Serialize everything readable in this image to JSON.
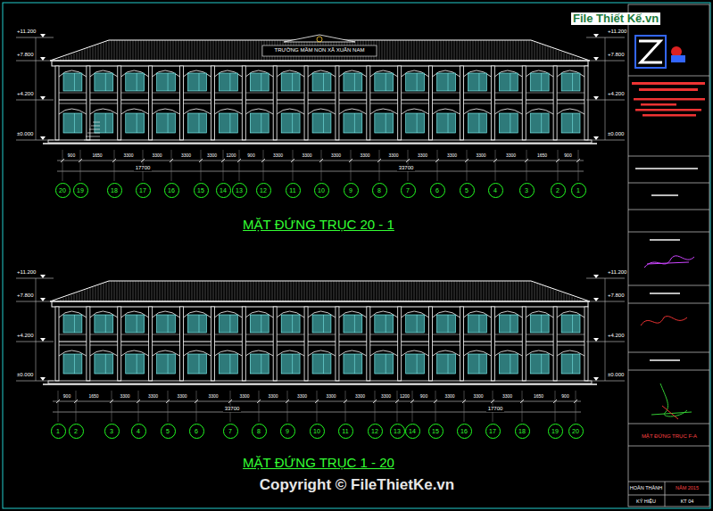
{
  "diagram": {
    "nodes": [
      {
        "text": [
          "20"
        ]
      },
      {
        "text": [
          "19"
        ]
      },
      {
        "text": [
          "18"
        ]
      },
      {
        "text": [
          "17"
        ]
      },
      {
        "text": [
          "16"
        ]
      },
      {
        "text": [
          "15"
        ]
      },
      {
        "text": [
          "14"
        ]
      },
      {
        "text": [
          "13"
        ]
      },
      {
        "text": [
          "12"
        ]
      },
      {
        "text": [
          "11"
        ]
      },
      {
        "text": [
          "10"
        ]
      },
      {
        "text": [
          "9"
        ]
      },
      {
        "text": [
          "8"
        ]
      },
      {
        "text": [
          "7"
        ]
      },
      {
        "text": [
          "6"
        ]
      },
      {
        "text": [
          "5"
        ]
      },
      {
        "text": [
          "4"
        ]
      },
      {
        "text": [
          "3"
        ]
      },
      {
        "text": [
          "2"
        ]
      },
      {
        "text": [
          "1"
        ]
      },
      {
        "text": [
          "1"
        ]
      },
      {
        "text": [
          "2"
        ]
      },
      {
        "text": [
          "3"
        ]
      },
      {
        "text": [
          "4"
        ]
      },
      {
        "text": [
          "5"
        ]
      },
      {
        "text": [
          "6"
        ]
      },
      {
        "text": [
          "7"
        ]
      },
      {
        "text": [
          "8"
        ]
      },
      {
        "text": [
          "9"
        ]
      },
      {
        "text": [
          "10"
        ]
      },
      {
        "text": [
          "11"
        ]
      },
      {
        "text": [
          "12"
        ]
      },
      {
        "text": [
          "13"
        ]
      },
      {
        "text": [
          "14"
        ]
      },
      {
        "text": [
          "15"
        ]
      },
      {
        "text": [
          "16"
        ]
      },
      {
        "text": [
          "17"
        ]
      },
      {
        "text": [
          "18"
        ]
      },
      {
        "text": [
          "19"
        ]
      },
      {
        "text": [
          "20"
        ]
      }
    ],
    "labels": [
      "File Thiết Kế.vn",
      "TRƯỜNG MẦM NON XÃ XUÂN NAM",
      "+11.200",
      "+7.800",
      "+4.200",
      "±0.000",
      "+11.200",
      "+7.800",
      "+4.200",
      "±0.000",
      "900",
      "1650",
      "3300",
      "3300",
      "3300",
      "3300",
      "1200",
      "900",
      "3300",
      "3300",
      "3300",
      "3300",
      "3300",
      "3300",
      "3300",
      "3300",
      "3300",
      "1650",
      "900",
      "17700",
      "33700",
      "MẶT ĐỨNG TRỤC 20 - 1",
      "+11.200",
      "+7.800",
      "+4.200",
      "±0.000",
      "+11.200",
      "+7.800",
      "+4.200",
      "±0.000",
      "900",
      "1650",
      "3300",
      "3300",
      "3300",
      "3300",
      "3300",
      "3300",
      "3300",
      "3300",
      "3300",
      "3300",
      "1200",
      "900",
      "3300",
      "3300",
      "3300",
      "1650",
      "900",
      "33700",
      "17700",
      "MẶT ĐỨNG TRỤC 1 - 20",
      "Copyright © FileThietKe.vn",
      "MẶT ĐỨNG TRỤC F-A",
      "HOÀN THÀNH",
      "NĂM 2015",
      "KÝ HIỆU",
      "KT 04"
    ]
  }
}
